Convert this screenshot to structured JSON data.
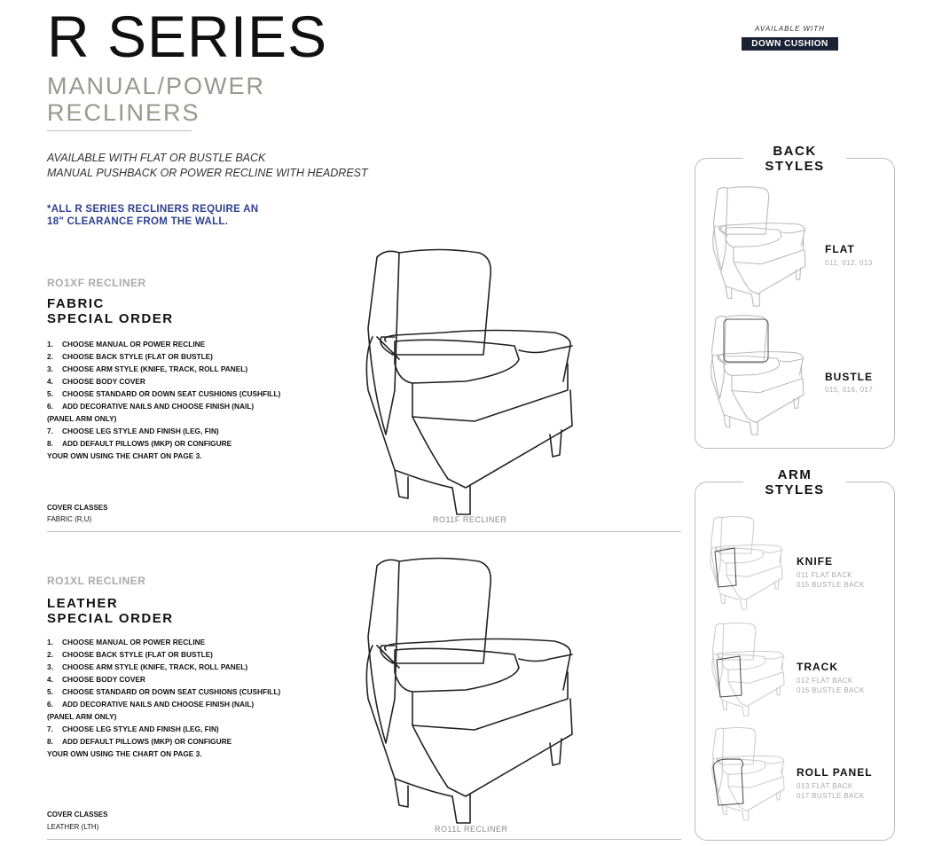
{
  "header": {
    "title": "R SERIES",
    "subtitle_line1": "MANUAL/POWER",
    "subtitle_line2": "RECLINERS",
    "available_with": "AVAILABLE WITH",
    "badge": "DOWN CUSHION"
  },
  "intro": {
    "line1": "AVAILABLE WITH FLAT OR BUSTLE BACK",
    "line2": "MANUAL PUSHBACK OR POWER RECLINE WITH HEADREST",
    "note_line1": "*ALL R SERIES RECLINERS REQUIRE AN",
    "note_line2": "18\" CLEARANCE FROM THE WALL."
  },
  "sections": [
    {
      "code": "RO1XF RECLINER",
      "heading1": "FABRIC",
      "heading2": "SPECIAL ORDER",
      "steps": [
        "CHOOSE MANUAL OR POWER RECLINE",
        "CHOOSE BACK STYLE (FLAT OR BUSTLE)",
        "CHOOSE ARM STYLE (KNIFE, TRACK, ROLL PANEL)",
        "CHOOSE BODY COVER",
        "CHOOSE STANDARD OR DOWN SEAT CUSHIONS (CUSHFILL)",
        "ADD DECORATIVE NAILS AND CHOOSE FINISH (NAIL)",
        "(PANEL ARM ONLY)",
        "CHOOSE LEG STYLE AND FINISH (LEG, FIN)",
        "ADD DEFAULT PILLOWS (MKP) OR CONFIGURE",
        "YOUR OWN USING THE CHART ON PAGE 3."
      ],
      "cover_label": "COVER CLASSES",
      "cover_value": "FABRIC (R,U)",
      "caption": "RO11F RECLINER"
    },
    {
      "code": "RO1XL RECLINER",
      "heading1": "LEATHER",
      "heading2": "SPECIAL ORDER",
      "steps": [
        "CHOOSE MANUAL OR POWER RECLINE",
        "CHOOSE BACK STYLE (FLAT OR BUSTLE)",
        "CHOOSE ARM STYLE (KNIFE, TRACK, ROLL PANEL)",
        "CHOOSE BODY COVER",
        "CHOOSE STANDARD OR DOWN SEAT CUSHIONS (CUSHFILL)",
        "ADD DECORATIVE NAILS AND CHOOSE FINISH (NAIL)",
        "(PANEL ARM ONLY)",
        "CHOOSE LEG STYLE AND FINISH (LEG, FIN)",
        "ADD DEFAULT PILLOWS (MKP) OR CONFIGURE",
        "YOUR OWN USING THE CHART ON PAGE 3."
      ],
      "cover_label": "COVER CLASSES",
      "cover_value": "LEATHER (LTH)",
      "caption": "RO11L RECLINER"
    }
  ],
  "back_styles": {
    "title1": "BACK",
    "title2": "STYLES",
    "items": [
      {
        "label": "FLAT",
        "codes": "011, 012, 013"
      },
      {
        "label": "BUSTLE",
        "codes": "015, 016, 017"
      }
    ]
  },
  "arm_styles": {
    "title1": "ARM",
    "title2": "STYLES",
    "items": [
      {
        "label": "KNIFE",
        "code1": "011 FLAT BACK",
        "code2": "015 BUSTLE BACK"
      },
      {
        "label": "TRACK",
        "code1": "012 FLAT BACK",
        "code2": "016 BUSTLE BACK"
      },
      {
        "label": "ROLL PANEL",
        "code1": "013 FLAT BACK",
        "code2": "017 BUSTLE BACK"
      }
    ]
  }
}
